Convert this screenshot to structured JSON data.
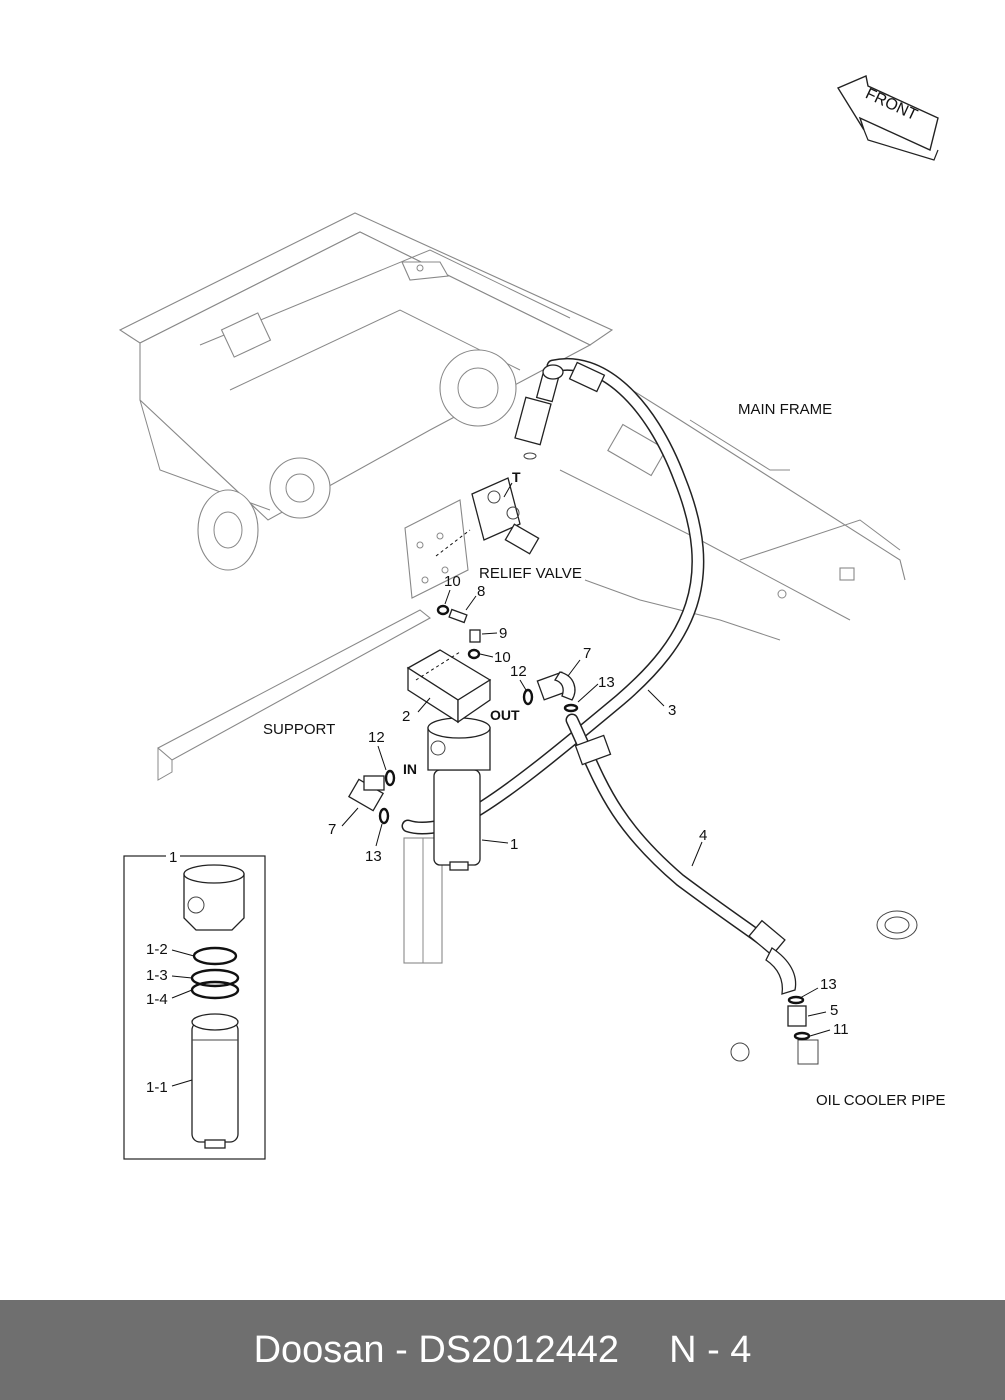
{
  "diagram": {
    "front_arrow": "FRONT",
    "labels": {
      "main_frame": "MAIN FRAME",
      "relief_valve": "RELIEF VALVE",
      "support": "SUPPORT",
      "oil_cooler_pipe": "OIL COOLER PIPE",
      "port_t": "T",
      "port_in": "IN",
      "port_out": "OUT"
    },
    "callouts": {
      "c1": "1",
      "c2": "2",
      "c3": "3",
      "c4": "4",
      "c5": "5",
      "c7a": "7",
      "c7b": "7",
      "c8": "8",
      "c9": "9",
      "c10a": "10",
      "c10b": "10",
      "c11": "11",
      "c12a": "12",
      "c12b": "12",
      "c13a": "13",
      "c13b": "13",
      "c13c": "13"
    },
    "inset": {
      "title": "1",
      "parts": [
        "1-2",
        "1-3",
        "1-4",
        "1-1"
      ]
    }
  },
  "footer": {
    "brand_part": "Doosan - DS2012442",
    "page_ref": "N - 4"
  }
}
